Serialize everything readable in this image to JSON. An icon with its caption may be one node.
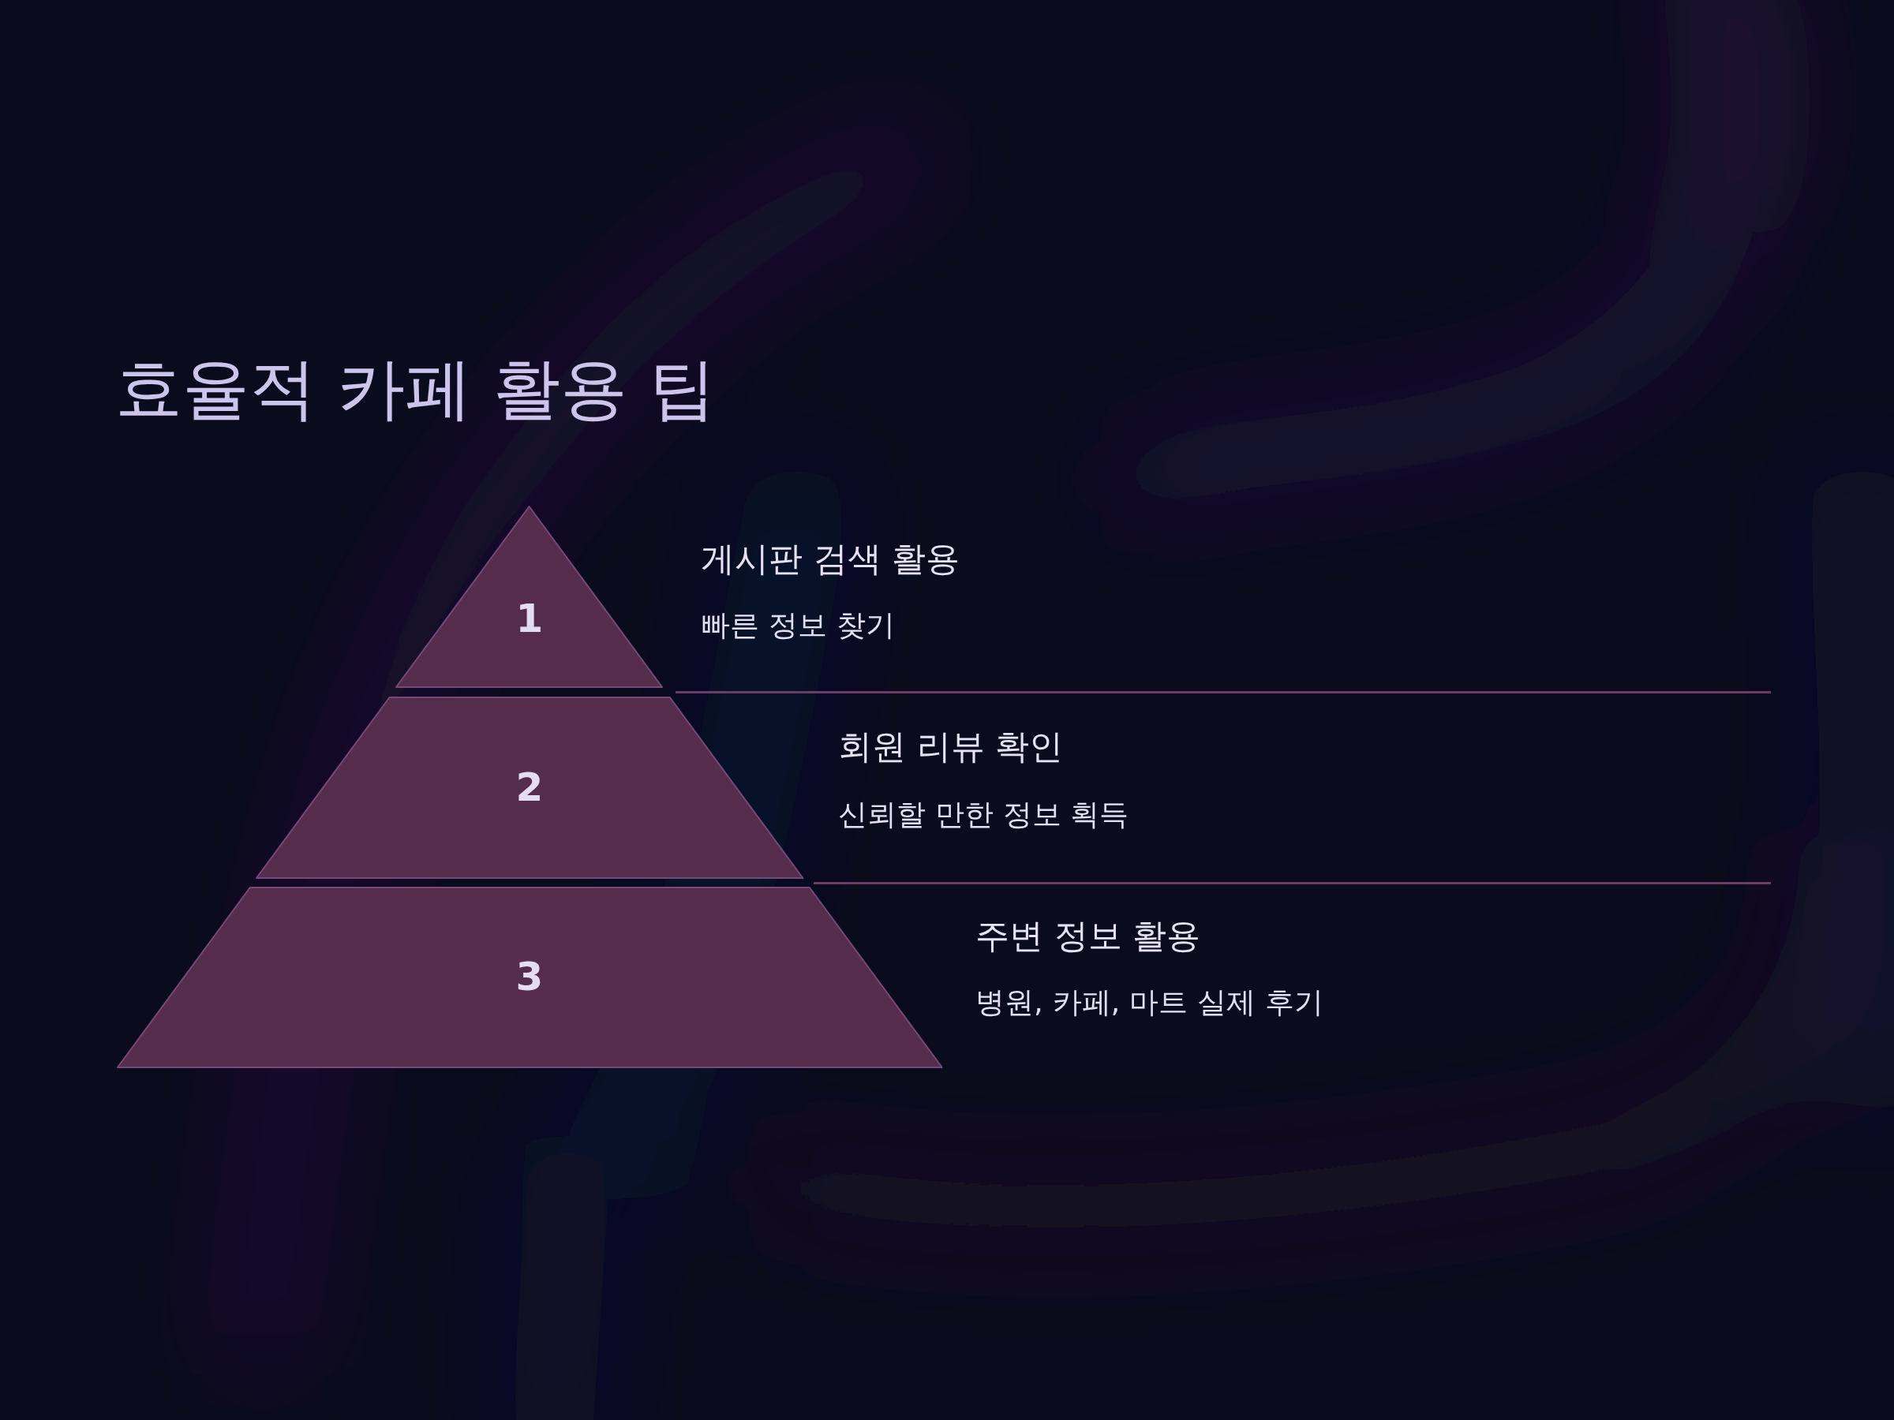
{
  "diagram": {
    "title": "효율적 카페 활용 팁",
    "nodes": [
      {
        "text": [
          "1"
        ],
        "beside": [
          "게시판 검색 활용",
          "빠른 정보 찾기"
        ]
      },
      {
        "text": [
          "2"
        ],
        "beside": [
          "회원 리뷰 확인",
          "신뢰할 만한 정보 획득"
        ]
      },
      {
        "text": [
          "3"
        ],
        "beside": [
          "주변 정보 활용",
          "병원, 카페, 마트 실제 후기"
        ]
      }
    ]
  }
}
